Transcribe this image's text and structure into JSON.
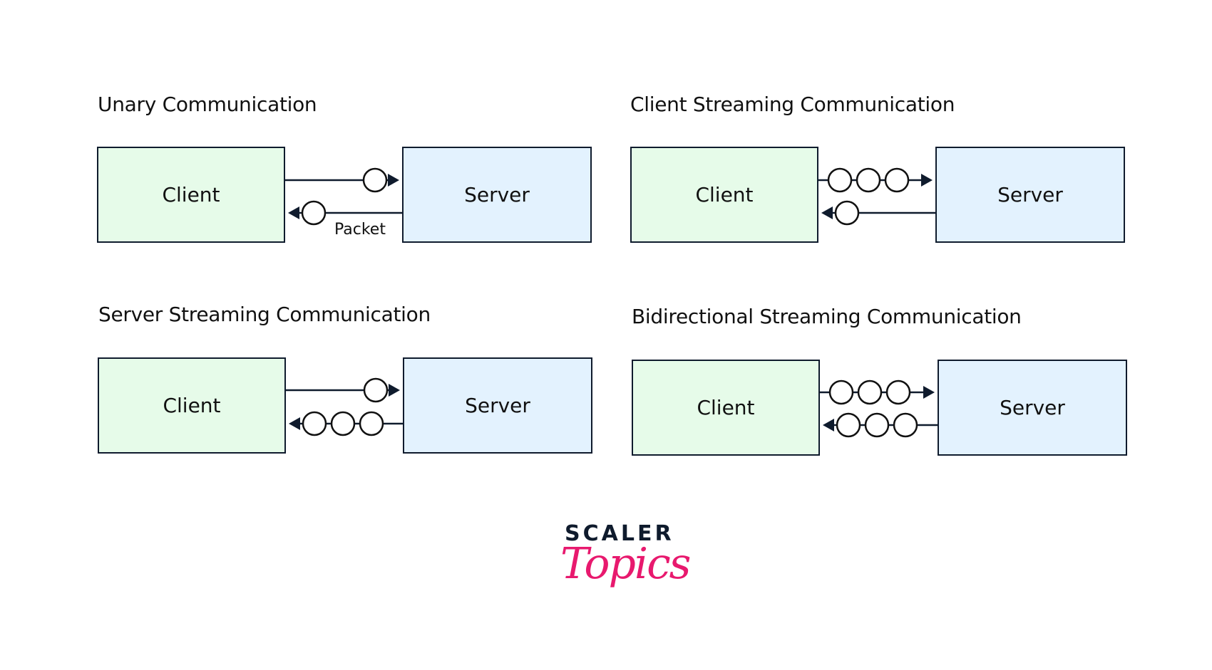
{
  "diagrams": [
    {
      "title": "Unary Communication",
      "client_label": "Client",
      "server_label": "Server",
      "client_to_server_packets": 1,
      "server_to_client_packets": 1,
      "packet_label": "Packet"
    },
    {
      "title": "Client Streaming Communication",
      "client_label": "Client",
      "server_label": "Server",
      "client_to_server_packets": 3,
      "server_to_client_packets": 1
    },
    {
      "title": "Server Streaming Communication",
      "client_label": "Client",
      "server_label": "Server",
      "client_to_server_packets": 1,
      "server_to_client_packets": 3
    },
    {
      "title": "Bidirectional Streaming Communication",
      "client_label": "Client",
      "server_label": "Server",
      "client_to_server_packets": 3,
      "server_to_client_packets": 3
    }
  ],
  "logo": {
    "brand": "SCALER",
    "sub": "Topics"
  },
  "colors": {
    "client_fill": "#e6fbe9",
    "server_fill": "#e3f2fe",
    "stroke": "#0f1b2d",
    "logo_pink": "#e8196e"
  }
}
